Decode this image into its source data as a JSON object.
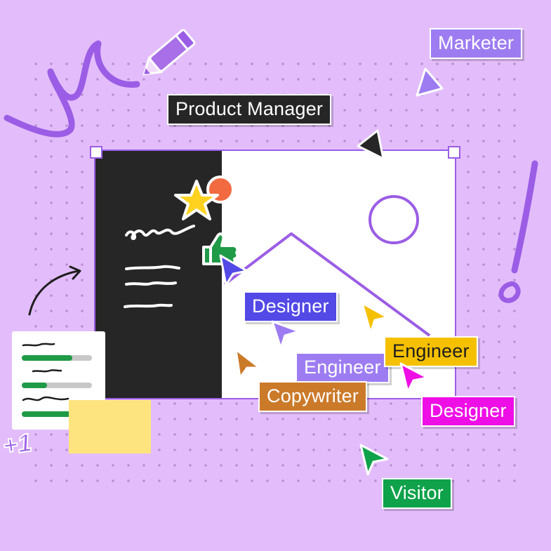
{
  "colors": {
    "background": "#e3bdfb",
    "purple": "#9b5de5",
    "dark": "#262626",
    "marketer": "#9d7cf2",
    "designer_blue": "#5249e6",
    "engineer_violet": "#9d7cf2",
    "engineer_yellow": "#f5c000",
    "copywriter": "#cb7a2a",
    "designer_magenta": "#ee0ee6",
    "visitor": "#0fa24b",
    "sticky": "#fde47e"
  },
  "labels": {
    "marketer": "Marketer",
    "product_manager": "Product Manager",
    "designer_1": "Designer",
    "engineer_1": "Engineer",
    "engineer_2": "Engineer",
    "copywriter": "Copywriter",
    "designer_2": "Designer",
    "visitor": "Visitor"
  },
  "badges": {
    "plus_one": "+1"
  },
  "icons": {
    "pen": "pen-icon",
    "star": "star-sticker-icon",
    "thumbs_up": "thumbs-up-sticker-icon",
    "cursor": "cursor-arrow-icon"
  }
}
